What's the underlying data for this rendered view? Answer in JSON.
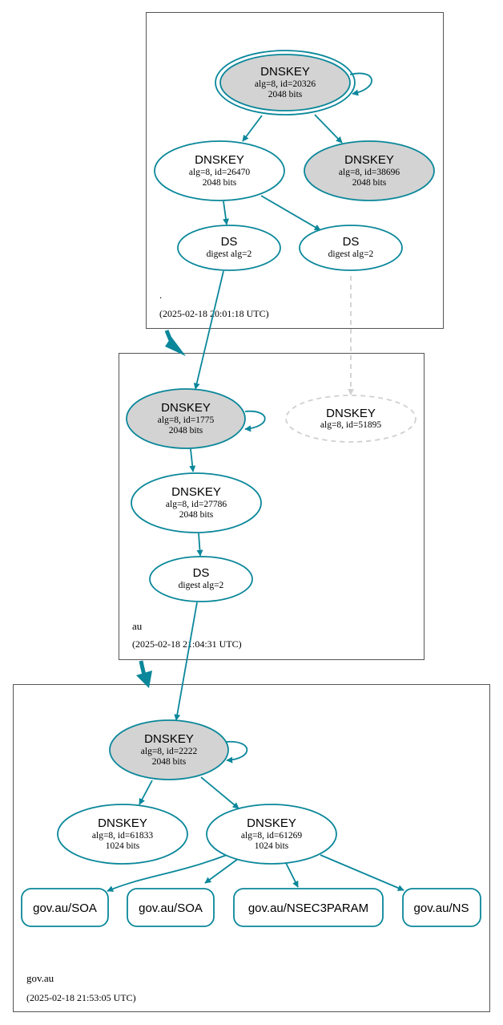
{
  "colors": {
    "accent": "#0a879a",
    "ksk_fill": "#d3d3d3",
    "inactive": "#d0d0d0",
    "zone_border": "#555555"
  },
  "zones": {
    "root": {
      "name": ".",
      "timestamp": "(2025-02-18 20:01:18 UTC)"
    },
    "au": {
      "name": "au",
      "timestamp": "(2025-02-18 21:04:31 UTC)"
    },
    "gov_au": {
      "name": "gov.au",
      "timestamp": "(2025-02-18 21:53:05 UTC)"
    }
  },
  "nodes": {
    "root_ksk": {
      "title": "DNSKEY",
      "line1": "alg=8, id=20326",
      "line2": "2048 bits"
    },
    "root_zsk": {
      "title": "DNSKEY",
      "line1": "alg=8, id=26470",
      "line2": "2048 bits"
    },
    "root_ksk2": {
      "title": "DNSKEY",
      "line1": "alg=8, id=38696",
      "line2": "2048 bits"
    },
    "root_ds1": {
      "title": "DS",
      "line1": "digest alg=2"
    },
    "root_ds2": {
      "title": "DS",
      "line1": "digest alg=2"
    },
    "au_ksk": {
      "title": "DNSKEY",
      "line1": "alg=8, id=1775",
      "line2": "2048 bits"
    },
    "au_missing": {
      "title": "DNSKEY",
      "line1": "alg=8, id=51895"
    },
    "au_zsk": {
      "title": "DNSKEY",
      "line1": "alg=8, id=27786",
      "line2": "2048 bits"
    },
    "au_ds": {
      "title": "DS",
      "line1": "digest alg=2"
    },
    "gov_ksk": {
      "title": "DNSKEY",
      "line1": "alg=8, id=2222",
      "line2": "2048 bits"
    },
    "gov_zsk1": {
      "title": "DNSKEY",
      "line1": "alg=8, id=61833",
      "line2": "1024 bits"
    },
    "gov_zsk2": {
      "title": "DNSKEY",
      "line1": "alg=8, id=61269",
      "line2": "1024 bits"
    }
  },
  "records": {
    "soa1": "gov.au/SOA",
    "soa2": "gov.au/SOA",
    "nsec3param": "gov.au/NSEC3PARAM",
    "ns": "gov.au/NS"
  }
}
